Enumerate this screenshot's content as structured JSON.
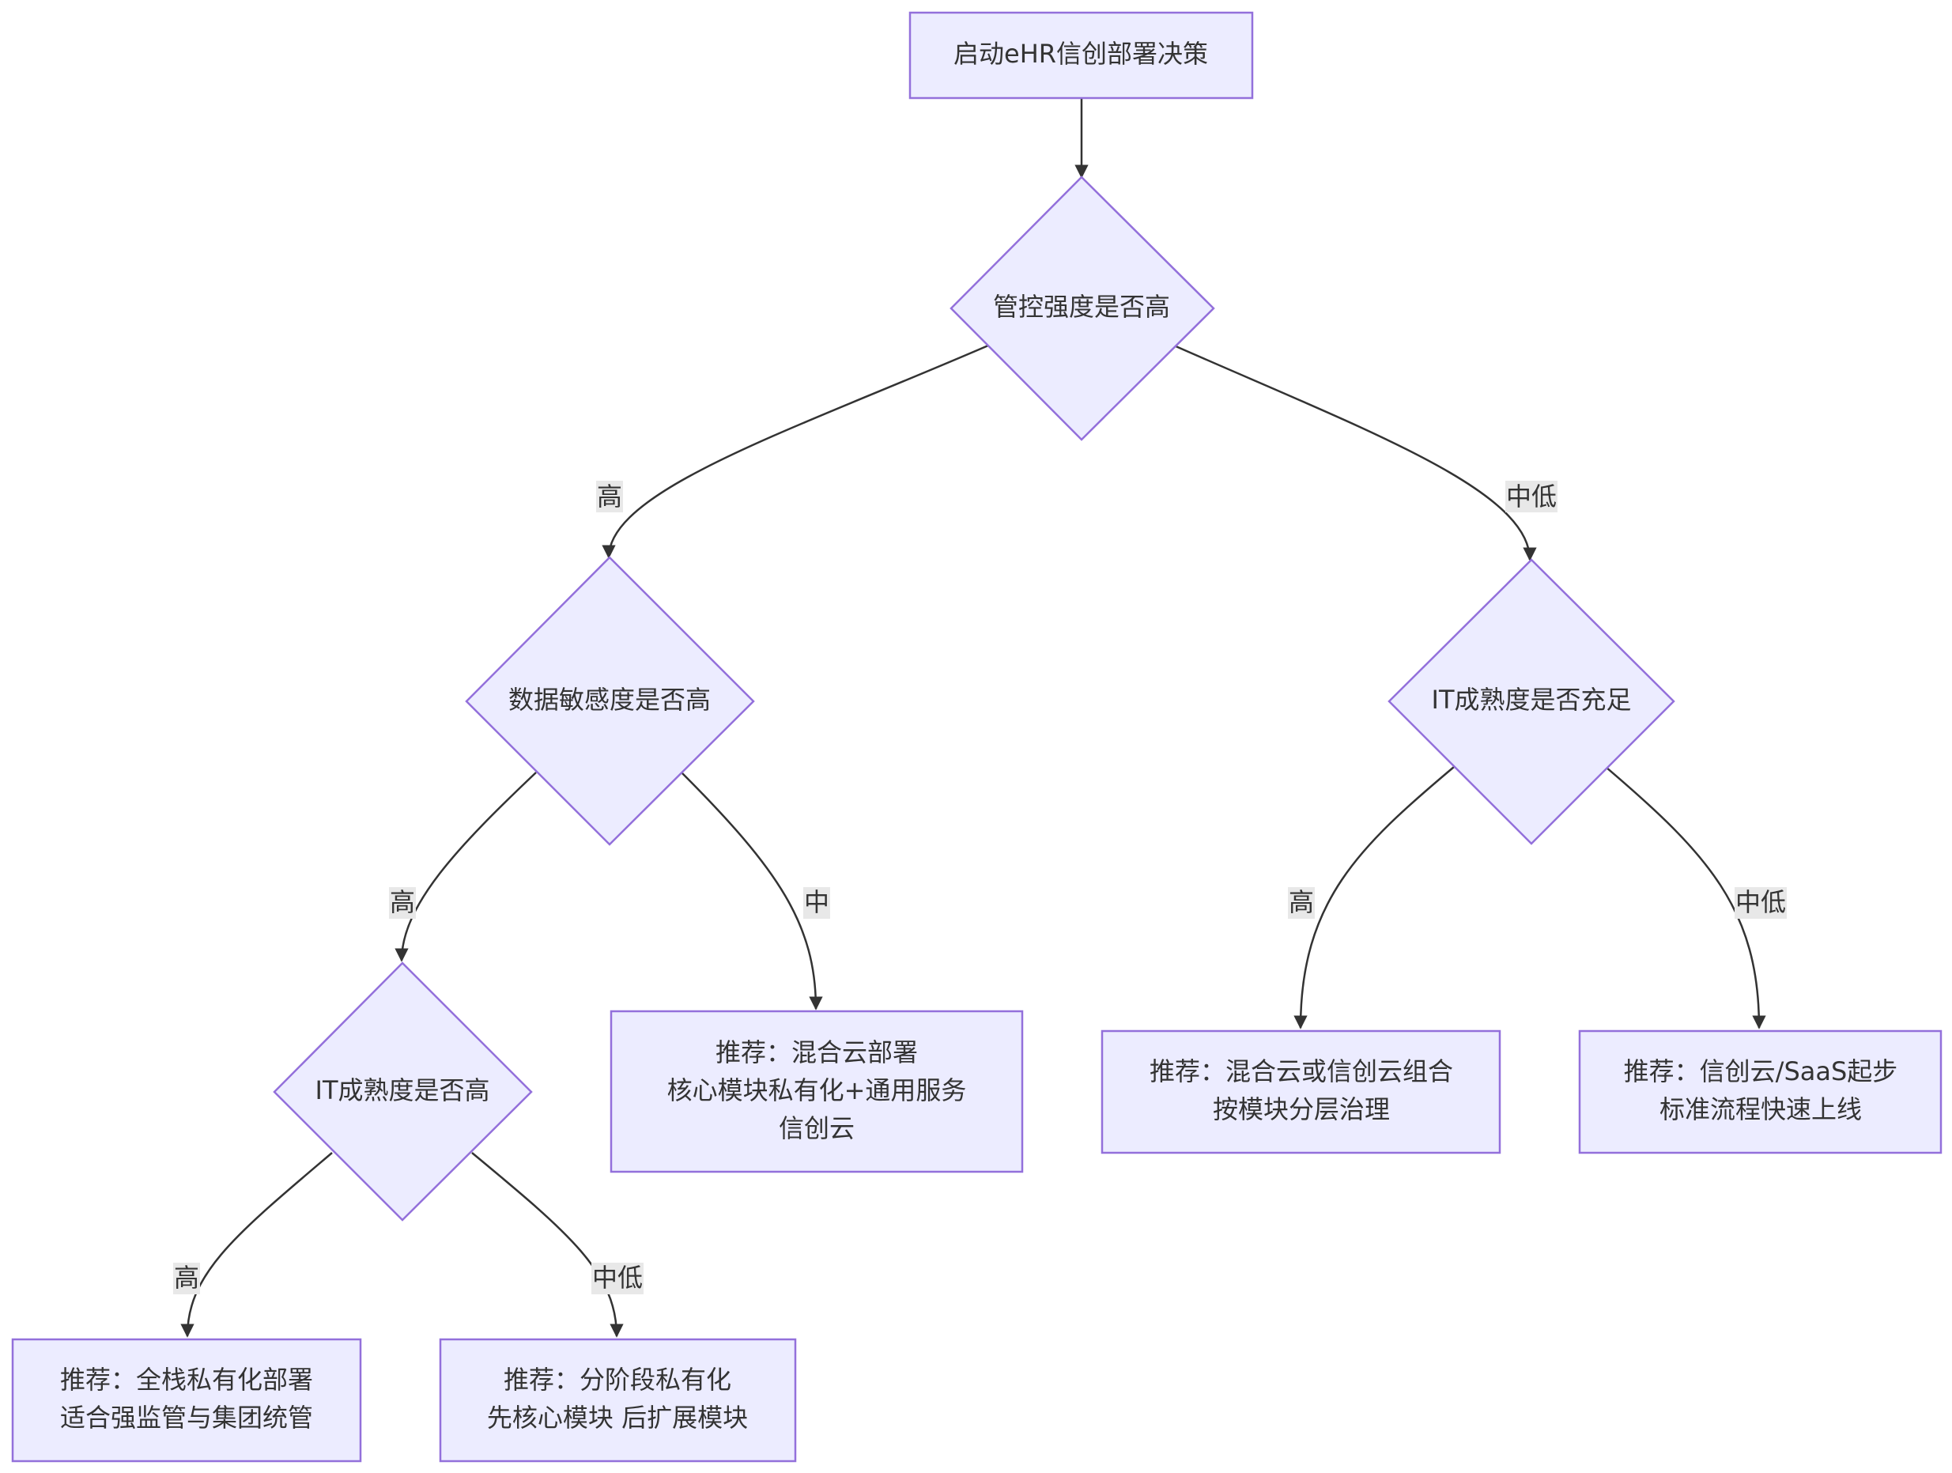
{
  "diagram": {
    "colors": {
      "node_fill": "#ECECFF",
      "node_border": "#9370DB",
      "edge": "#333333",
      "edge_label_bg": "#E8E8E8",
      "text": "#333333"
    },
    "nodes": {
      "start": {
        "lines": [
          "启动eHR信创部署决策"
        ]
      },
      "d_control": {
        "lines": [
          "管控强度是否高"
        ]
      },
      "d_sensitivity": {
        "lines": [
          "数据敏感度是否高"
        ]
      },
      "d_it_right": {
        "lines": [
          "IT成熟度是否充足"
        ]
      },
      "d_it_left": {
        "lines": [
          "IT成熟度是否高"
        ]
      },
      "r_hybrid": {
        "lines": [
          "推荐：混合云部署",
          "核心模块私有化+通用服务",
          "信创云"
        ]
      },
      "r_hybrid_combo": {
        "lines": [
          "推荐：混合云或信创云组合",
          "按模块分层治理"
        ]
      },
      "r_saas": {
        "lines": [
          "推荐：信创云/SaaS起步",
          "标准流程快速上线"
        ]
      },
      "r_full_private": {
        "lines": [
          "推荐：全栈私有化部署",
          "适合强监管与集团统管"
        ]
      },
      "r_phased": {
        "lines": [
          "推荐：分阶段私有化",
          "先核心模块 后扩展模块"
        ]
      }
    },
    "edges": {
      "control_high": "高",
      "control_midlow": "中低",
      "sensitivity_high": "高",
      "sensitivity_mid": "中",
      "it_right_high": "高",
      "it_right_midlow": "中低",
      "it_left_high": "高",
      "it_left_midlow": "中低"
    }
  }
}
